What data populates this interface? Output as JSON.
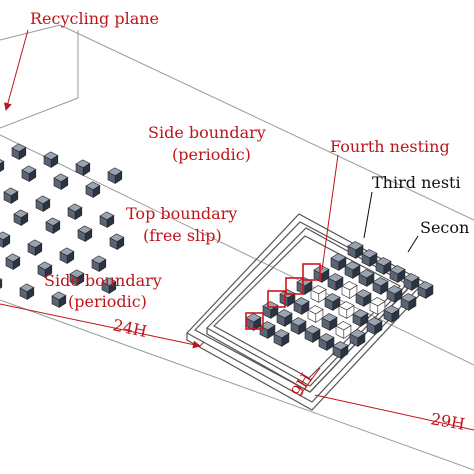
{
  "labels": {
    "recycling_plane": "Recycling plane",
    "side_boundary_top": "Side boundary",
    "periodic_top": "(periodic)",
    "top_boundary": "Top boundary",
    "free_slip": "(free slip)",
    "side_boundary_bottom": "Side boundary",
    "periodic_bottom": "(periodic)",
    "fourth_nesting": "Fourth nesting",
    "third_nesting": "Third nesti",
    "second_nesting": "Secon",
    "dim_24h": "24H",
    "dim_9h": "9H",
    "dim_29h": "29H"
  },
  "colors": {
    "red_label": "#c0141b",
    "black_label": "#111111",
    "cube_top": "#9aa3b0",
    "cube_side": "#2b3444",
    "cube_front": "#5a6474",
    "white_cube": "#ffffff",
    "highlight": "#d0141b"
  }
}
